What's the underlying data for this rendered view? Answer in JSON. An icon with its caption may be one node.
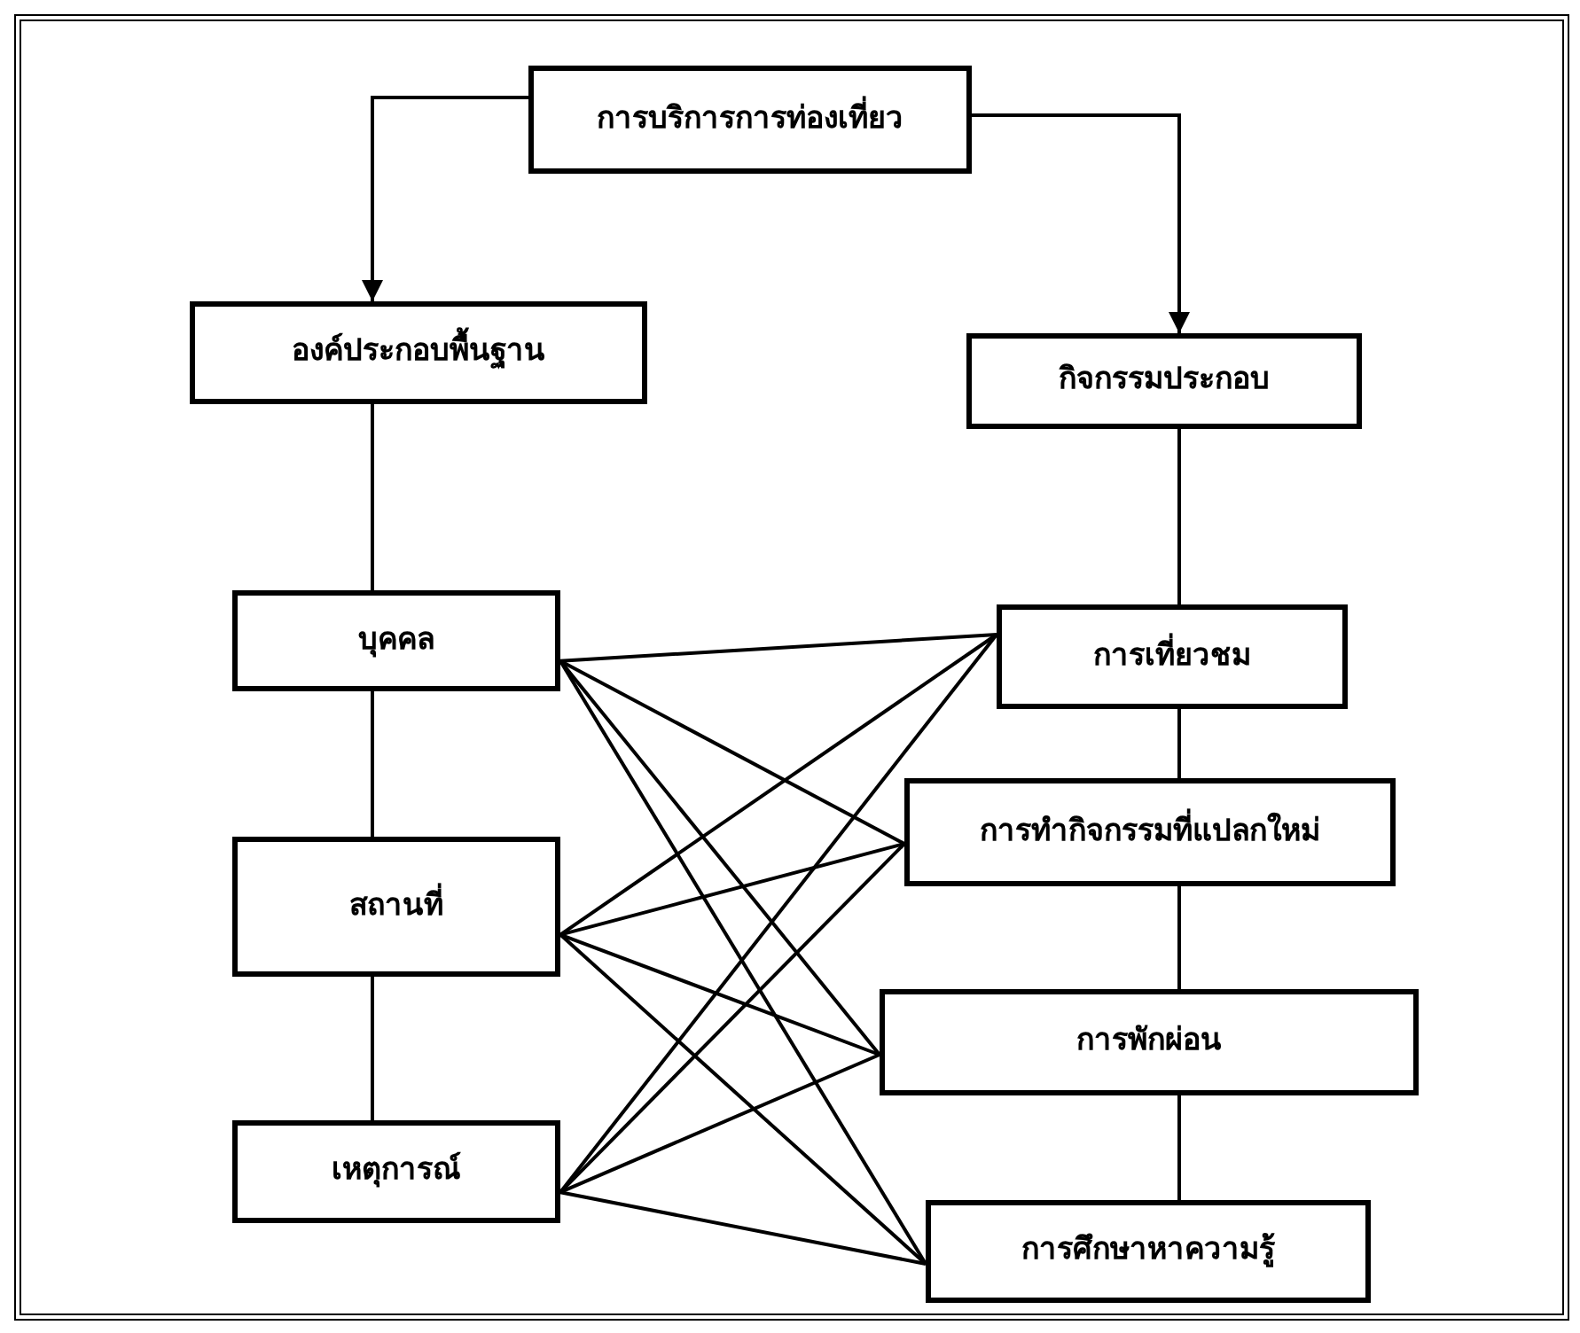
{
  "diagram": {
    "nodes": [
      {
        "text": [
          "การบริการการท่องเที่ยว"
        ]
      },
      {
        "text": [
          "องค์ประกอบพื้นฐาน"
        ]
      },
      {
        "text": [
          "กิจกรรมประกอบ"
        ]
      },
      {
        "text": [
          "บุคคล"
        ]
      },
      {
        "text": [
          "สถานที่"
        ]
      },
      {
        "text": [
          "เหตุการณ์"
        ]
      },
      {
        "text": [
          "การเที่ยวชม"
        ]
      },
      {
        "text": [
          "การทำกิจกรรมที่แปลกใหม่"
        ]
      },
      {
        "text": [
          "การพักผ่อน"
        ]
      },
      {
        "text": [
          "การศึกษาหาความรู้"
        ]
      }
    ],
    "edges": [
      {
        "from": 0,
        "to": 1,
        "arrow": "to"
      },
      {
        "from": 0,
        "to": 2,
        "arrow": "to"
      },
      {
        "from": 1,
        "to": 3,
        "arrow": "none"
      },
      {
        "from": 3,
        "to": 4,
        "arrow": "none"
      },
      {
        "from": 4,
        "to": 5,
        "arrow": "none"
      },
      {
        "from": 2,
        "to": 6,
        "arrow": "none"
      },
      {
        "from": 6,
        "to": 7,
        "arrow": "none"
      },
      {
        "from": 7,
        "to": 8,
        "arrow": "none"
      },
      {
        "from": 8,
        "to": 9,
        "arrow": "none"
      },
      {
        "from": 3,
        "to": 6,
        "arrow": "none"
      },
      {
        "from": 3,
        "to": 7,
        "arrow": "none"
      },
      {
        "from": 3,
        "to": 8,
        "arrow": "none"
      },
      {
        "from": 3,
        "to": 9,
        "arrow": "none"
      },
      {
        "from": 4,
        "to": 6,
        "arrow": "none"
      },
      {
        "from": 4,
        "to": 7,
        "arrow": "none"
      },
      {
        "from": 4,
        "to": 8,
        "arrow": "none"
      },
      {
        "from": 4,
        "to": 9,
        "arrow": "none"
      },
      {
        "from": 5,
        "to": 6,
        "arrow": "none"
      },
      {
        "from": 5,
        "to": 7,
        "arrow": "none"
      },
      {
        "from": 5,
        "to": 8,
        "arrow": "none"
      },
      {
        "from": 5,
        "to": 9,
        "arrow": "none"
      }
    ]
  }
}
